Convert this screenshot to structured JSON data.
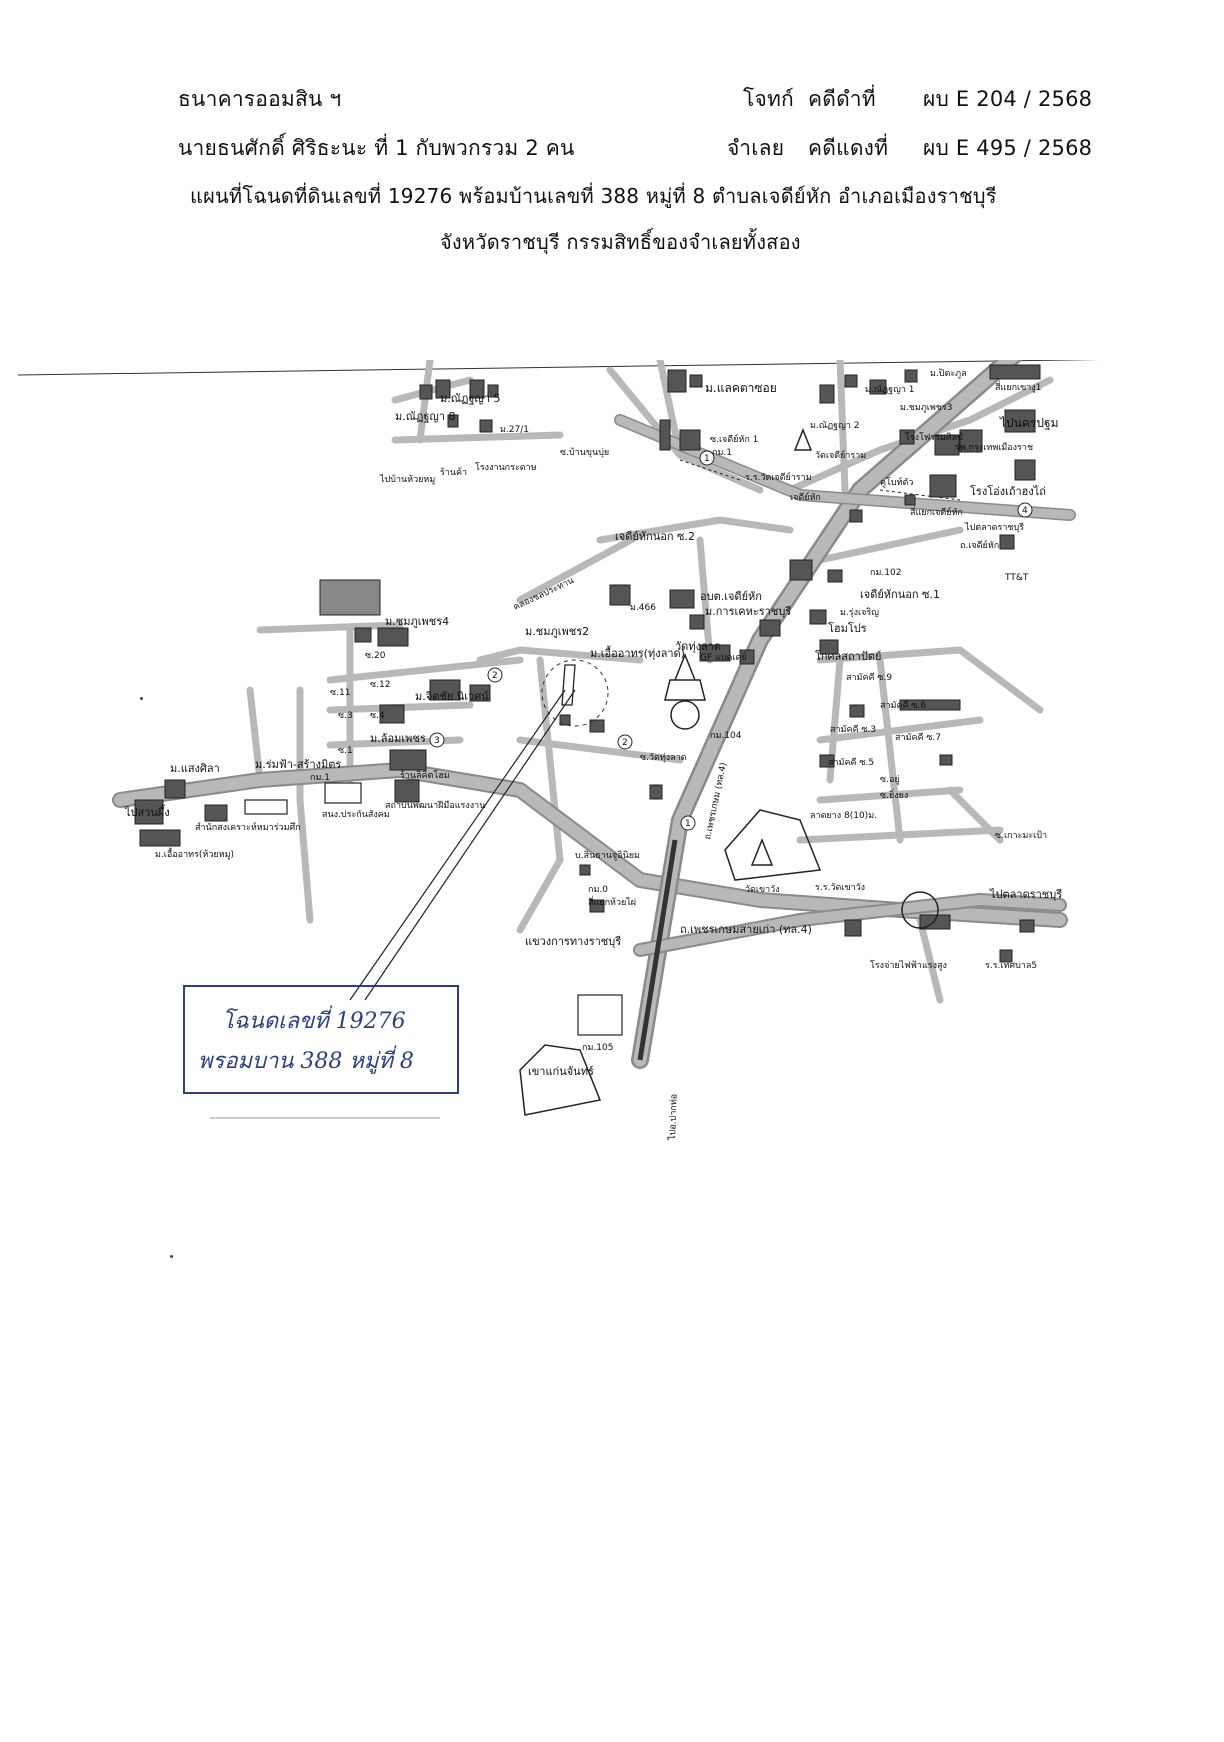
{
  "header": {
    "plaintiff_name": "ธนาคารออมสิน ฯ",
    "plaintiff_role": "โจทก์",
    "black_case_label": "คดีดำที่",
    "black_case_no": "ผบ E 204  / 2568",
    "defendant_name": "นายธนศักดิ์ ศิริธะนะ ที่ 1 กับพวกรวม 2 คน",
    "defendant_role": "จำเลย",
    "red_case_label": "คดีแดงที่",
    "red_case_no": "ผบ E 495 / 2568",
    "title_line1": "แผนที่โฉนดที่ดินเลขที่ 19276 พร้อมบ้านเลขที่ 388 หมู่ที่ 8 ตำบลเจดีย์หัก อำเภอเมืองราชบุรี",
    "title_line2": "จังหวัดราชบุรี กรรมสิทธิ์ของจำเลยทั้งสอง"
  },
  "map": {
    "labels": {
      "m_pattaya5": "ม.ณัฏฐญา 5",
      "m_pattaya8": "ม.ณัฏฐญา 8",
      "m_27_1": "ม.27/1",
      "to_huaikhaem": "ไปบ้านห้วยหมู",
      "shop": "ร้านค้า",
      "tile_factory": "โรงงานกระดาษ",
      "soi_ban_khun": "ซ.บ้านขุนบุ่ย",
      "m_laemtasoi": "ม.แลคตาซอย",
      "s_chedihak1": "ซ.เจดีย์หัก 1",
      "km1": "กม.1",
      "rr_wat_chedi": "ร.ร.วัดเจดีย์าราม",
      "wat_chedi": "วัดเจดีย์าราม",
      "chedi_hak": "เจดีย์หัก",
      "m_pattaya1": "ม.ณัฏฐญา 1",
      "m_pattaya2": "ม.ณัฏฐญา 2",
      "m_chomphu3": "ม.ชมภูเพชร3",
      "m_pitak": "ม.ปิตะภูล",
      "junction_khaongu": "สี่แยกเขางู1",
      "to_nakhonpathom": "ไปนครปฐม",
      "rongrian_ruamsin": "โรงโฟรรมศิลป์",
      "bangkok_hosp": "รพ.กรุงเทพเมืองราช",
      "rong_ngeng": "โรงโอ่งเถ้าฮงไถ่",
      "kubothua": "คูโบท์ตัว",
      "junction_chedihak": "สี่แยกเจดีย์หัก",
      "to_talad_rb": "ไปตลาดราชบุรี",
      "n_chedihak": "ถ.เจดีย์หัก",
      "chedihak_nok2": "เจดีย์หักนอก ซ.2",
      "km102": "กม.102",
      "chedihak_nok1": "เจดีย์หักนอก ซ.1",
      "ttt": "TT&T",
      "khlong": "คลองชลประทาน",
      "m_466": "ม.466",
      "obt": "อบต.เจดีย์หัก",
      "m_karnkheha": "ม.การเคหะราชบุรี",
      "m_rungcharoen": "ม.รุ่งเจริญ",
      "homepro": "โฮมโปร",
      "m_chomphu2": "ม.ชมภูเพชร2",
      "m_uea_thungdat": "ม.เอื้ออาทร(ทุ่งลาด)",
      "gf": "GF แบดเดย์",
      "kosol": "โกศลสถาปัตย์",
      "m_chomphu4": "ม.ชมภูเพชร4",
      "wat_thungdat": "วัดทุ่งลาด",
      "s_watthungdat": "ซ.วัดทุ่งลาด",
      "km104": "กม.104",
      "m_jidchai": "ม.จิตชัย นิเวศน์",
      "m_suanpetch": "ม.ล้อมเพชร",
      "m_romfa": "ม.ร่มฟ้า-สร้างมิตร",
      "m_saengsila": "ม.แสงศิลา",
      "to_suanphueng": "ไปสวนผึ้ง",
      "school_huaiyai": "ร้านลิคิตโฮม",
      "social_security": "สนง.ประกันสังคม",
      "skill_center": "สถาบันพัฒนาฝีมือแรงงาน",
      "welfare": "สำนักสงเคราะห์หมาร่วมศึก",
      "m_uea_huaimu": "ม.เอื้ออาทร(ห้วยหมู)",
      "ban_sinthai": "บ.สินธานจูอินิยม",
      "km0": "กม.0",
      "junction_huaipai": "สี่แยกห้วยไผ่",
      "wat_khaowang": "วัดเขาวัง",
      "rr_watkhaowang": "ร.ร.วัดเขาวัง",
      "phetkasem_road": "ถ.เพชรเกษม (ทล.4)",
      "old_phetkasem": "ถ.เพชรเกษมสายเก่า (ทล.4)",
      "highway_office": "แขวงการทางราชบุรี",
      "km105": "กม.105",
      "khao_kaen_chan": "เขาแก่นจันทร์",
      "to_pakthor": "ไปอ.ปากท่อ",
      "power_station": "โรงจ่ายไฟฟ้าแรงสูง",
      "rr_thetsaban5": "ร.ร.เทศบาล5",
      "to_talad_rb2": "ไปตลาดราชบุรี",
      "s_kokomaphrao": "ซ.เกาะมะเป้า",
      "lat_yang": "ลาดยาง 8(10)ม.",
      "s_yingying": "ซ.ยิ่งยง",
      "s_yoo": "ซ.อยู่",
      "sam_9": "สามัคคี ซ.9",
      "sam_6": "สามัคคี ซ.6",
      "sam_7": "สามัคคี ซ.7",
      "sam_3": "สามัคคี ซ.3",
      "sam_5": "สามัคคี ซ.5",
      "s_20": "ซ.20",
      "s_12": "ซ.12",
      "s_11": "ซ.11",
      "s_3": "ซ.3",
      "s_4": "ซ.4",
      "s_1": "ซ.1",
      "km1_b": "กม.1",
      "marker1": "1",
      "marker2": "2",
      "marker3": "3",
      "marker4": "4"
    },
    "deed_note_line1": "โฉนดเลขที่ 19276",
    "deed_note_line2": "พรอมบาน 388 หมู่ที่ 8"
  }
}
